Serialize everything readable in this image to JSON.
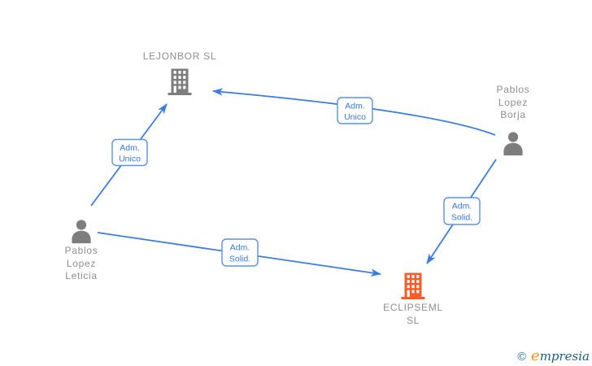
{
  "colors": {
    "edge_blue": "#3a7ce2",
    "label_border": "#5b92e5",
    "label_text": "#3579dd",
    "node_gray": "#7d7d7d",
    "node_text_gray": "#8e8e8e",
    "company_orange": "#f85c25",
    "watermark_teal": "#2b7d9d",
    "watermark_orange": "#f7941d",
    "watermark_dark": "#1e5d7a"
  },
  "nodes": [
    {
      "id": "lejonbor",
      "type": "company",
      "label": "LEJONBOR SL",
      "icon": "building-icon",
      "color": "#7d7d7d"
    },
    {
      "id": "borja",
      "type": "person",
      "label": "Pablos\nLopez\nBorja",
      "icon": "person-icon",
      "color": "#7d7d7d"
    },
    {
      "id": "leticia",
      "type": "person",
      "label": "Pablos\nLopez\nLeticia",
      "icon": "person-icon",
      "color": "#7d7d7d"
    },
    {
      "id": "eclipseml",
      "type": "company",
      "label": "ECLIPSEML\nSL",
      "icon": "building-icon",
      "color": "#f85c25"
    }
  ],
  "edges": [
    {
      "from": "borja",
      "to": "lejonbor",
      "label_line1": "Adm.",
      "label_line2": "Unico"
    },
    {
      "from": "leticia",
      "to": "lejonbor",
      "label_line1": "Adm.",
      "label_line2": "Unico"
    },
    {
      "from": "leticia",
      "to": "eclipseml",
      "label_line1": "Adm.",
      "label_line2": "Solid."
    },
    {
      "from": "borja",
      "to": "eclipseml",
      "label_line1": "Adm.",
      "label_line2": "Solid."
    }
  ],
  "watermark": {
    "copyright": "© ",
    "brand_initial": "e",
    "brand_rest": "mpresia"
  }
}
